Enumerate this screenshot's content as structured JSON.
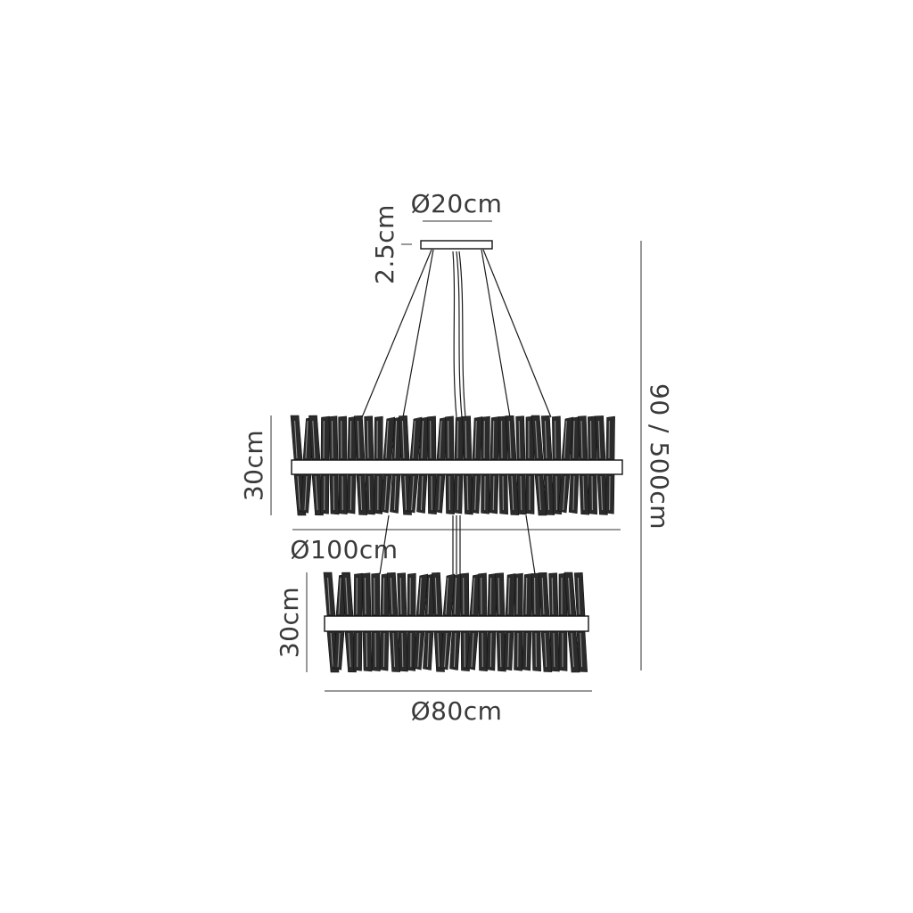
{
  "dimensions": {
    "canopy_diameter": "Ø20cm",
    "canopy_height": "2.5cm",
    "drop_height": "90 / 500cm",
    "upper_tier_height": "30cm",
    "upper_tier_diameter": "Ø100cm",
    "lower_tier_height": "30cm",
    "lower_tier_diameter": "Ø80cm"
  },
  "colors": {
    "line": "#333333",
    "crystal": "#2b2b2b",
    "text": "#3a3a3a"
  }
}
